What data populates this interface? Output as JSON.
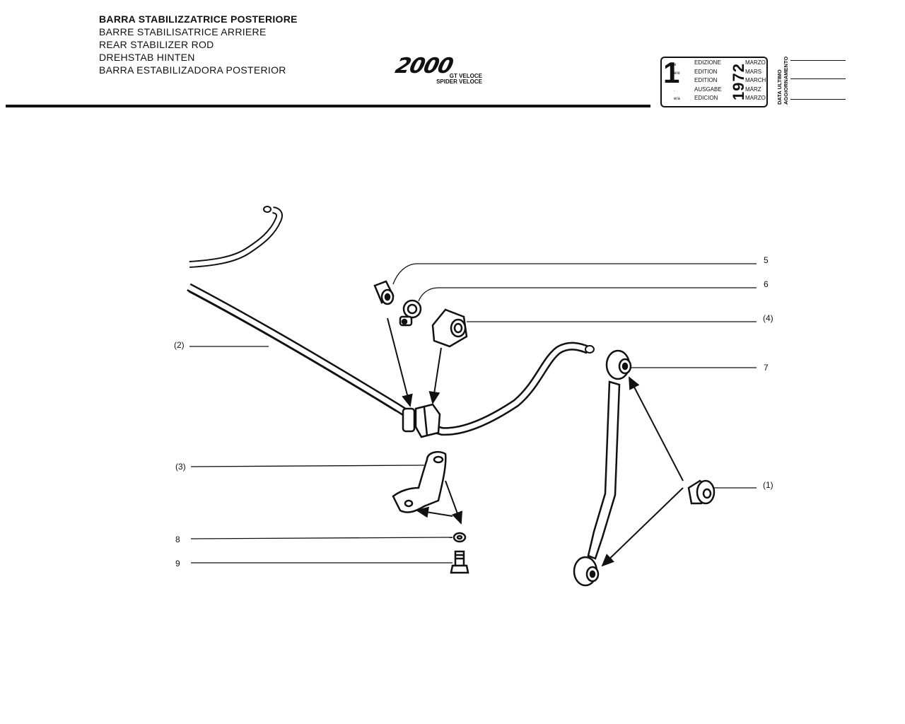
{
  "header": {
    "titles": [
      "BARRA STABILIZZATRICE POSTERIORE",
      "BARRE STABILISATRICE ARRIERE",
      "REAR STABILIZER ROD",
      "DREHSTAB HINTEN",
      "BARRA ESTABILIZADORA POSTERIOR"
    ],
    "logo": "2000",
    "model_lines": [
      "GT VELOCE",
      "SPIDER VELOCE"
    ]
  },
  "edition": {
    "number": "1",
    "suffixes": [
      "e",
      "ere",
      "st",
      ".",
      "era"
    ],
    "words": [
      "EDIZIONE",
      "EDITION",
      "EDITION",
      "AUSGABE",
      "EDICION"
    ],
    "year": "1972",
    "months": [
      "MARZO",
      "MARS",
      "MARCH",
      "MÄRZ",
      "MARZO"
    ],
    "update_label": [
      "DATA ULTIMO",
      "AGGIORNAMENTO"
    ]
  },
  "callouts": {
    "c5": "5",
    "c6": "6",
    "c4": "(4)",
    "c7": "7",
    "c2": "(2)",
    "c3": "(3)",
    "c1": "(1)",
    "c8": "8",
    "c9": "9"
  }
}
